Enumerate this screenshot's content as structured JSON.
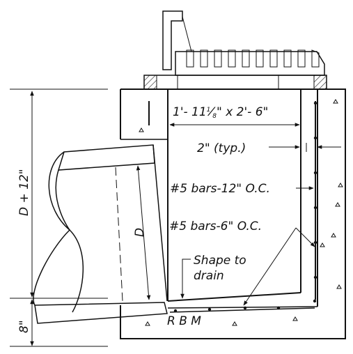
{
  "labels": {
    "opening": "1'- 11",
    "opening_frac_num": "1",
    "opening_frac_den": "8",
    "opening_rest": "\" x 2'- 6\"",
    "cover": "2\" (typ.)",
    "bars_12": "#5 bars-12\" O.C.",
    "bars_6": "#5 bars-6\" O.C.",
    "shape_line1": "Shape to",
    "shape_line2": "drain",
    "d_pipe": "D",
    "d_plus": "D + 12\"",
    "eight": "8\"",
    "rbm": "R B M"
  }
}
